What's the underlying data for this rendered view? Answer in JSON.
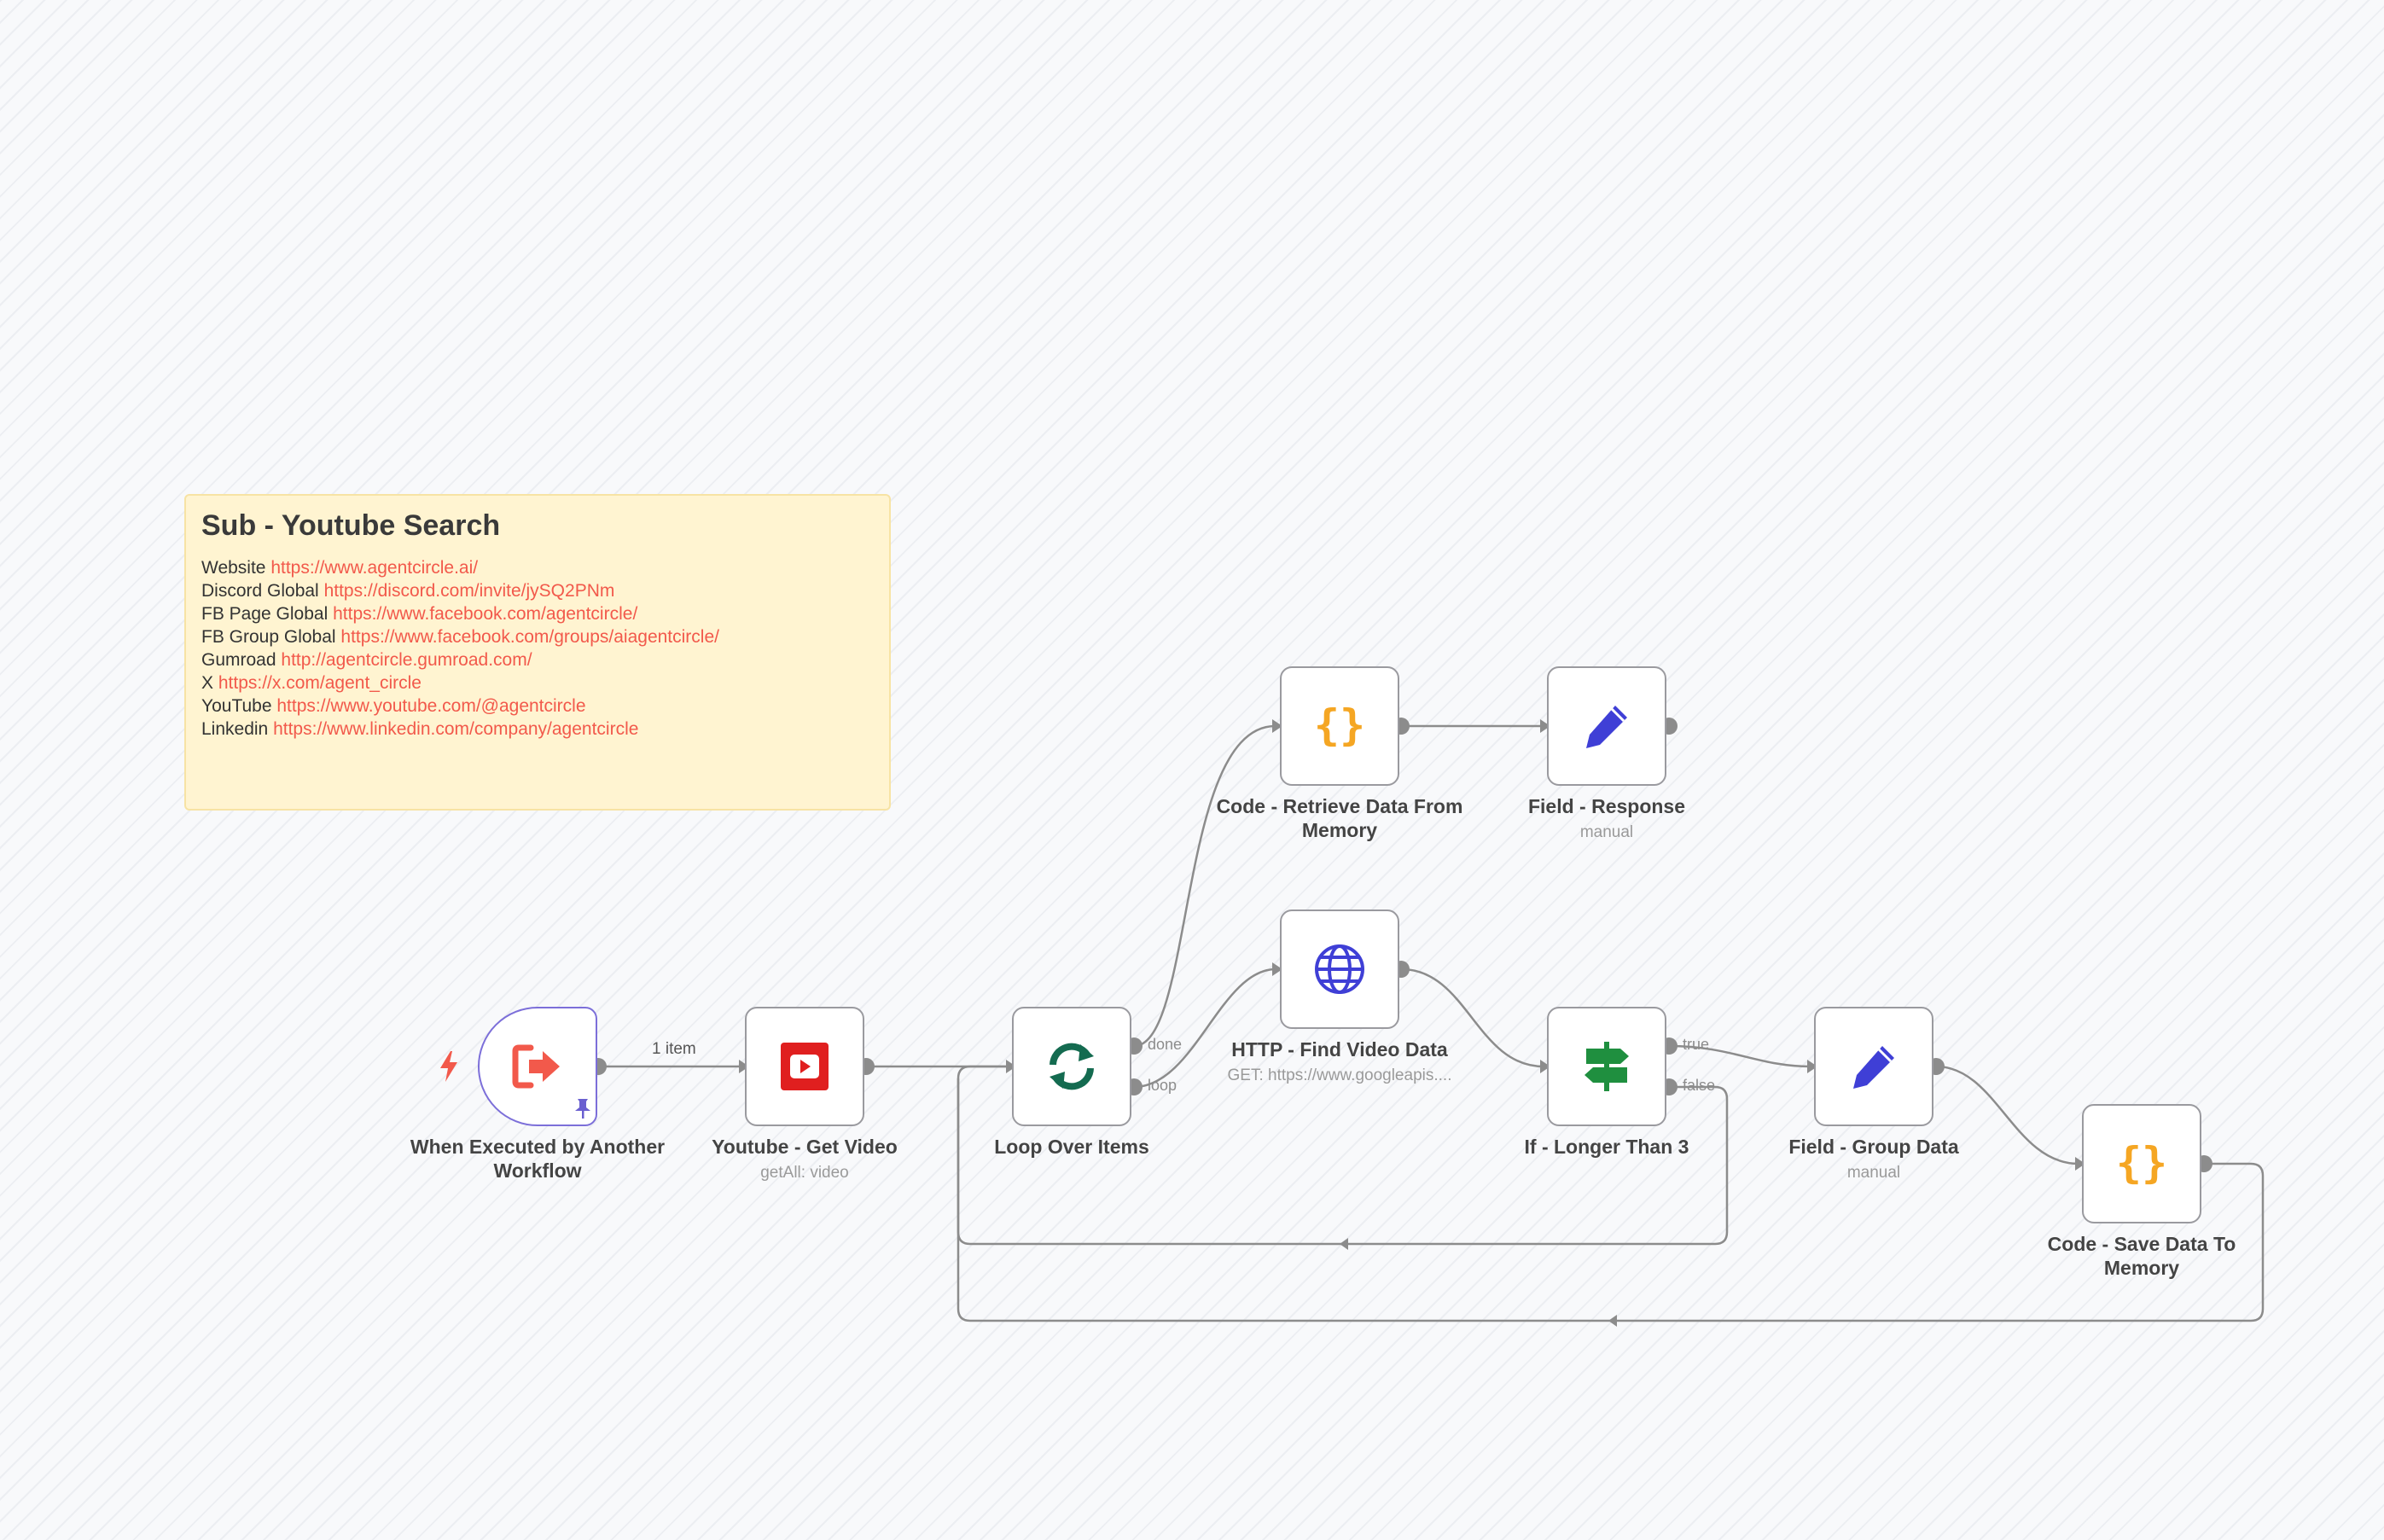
{
  "sticky": {
    "title": "Sub - Youtube Search",
    "links": [
      {
        "label": "Website",
        "url": "https://www.agentcircle.ai/"
      },
      {
        "label": "Discord Global",
        "url": "https://discord.com/invite/jySQ2PNm"
      },
      {
        "label": "FB Page Global",
        "url": "https://www.facebook.com/agentcircle/"
      },
      {
        "label": "FB Group Global",
        "url": "https://www.facebook.com/groups/aiagentcircle/"
      },
      {
        "label": "Gumroad",
        "url": "http://agentcircle.gumroad.com/"
      },
      {
        "label": "X",
        "url": "https://x.com/agent_circle"
      },
      {
        "label": "YouTube",
        "url": "https://www.youtube.com/@agentcircle"
      },
      {
        "label": "Linkedin",
        "url": "https://www.linkedin.com/company/agentcircle"
      }
    ]
  },
  "nodes": {
    "trigger": {
      "name": "When Executed by Another Workflow",
      "icon": "exit-arrow-icon"
    },
    "youtube": {
      "name": "Youtube - Get Video",
      "subtitle": "getAll: video",
      "icon": "youtube-icon"
    },
    "loop": {
      "name": "Loop Over Items",
      "icon": "refresh-icon",
      "ports": {
        "done": "done",
        "loop": "loop"
      }
    },
    "code_retrieve": {
      "name": "Code - Retrieve Data From Memory",
      "icon": "code-braces-icon"
    },
    "field_response": {
      "name": "Field - Response",
      "subtitle": "manual",
      "icon": "pencil-icon"
    },
    "http": {
      "name": "HTTP - Find Video Data",
      "subtitle": "GET: https://www.googleapis....",
      "icon": "globe-icon"
    },
    "if_longer": {
      "name": "If - Longer Than 3",
      "icon": "signpost-icon",
      "ports": {
        "true": "true",
        "false": "false"
      }
    },
    "field_group": {
      "name": "Field - Group Data",
      "subtitle": "manual",
      "icon": "pencil-icon"
    },
    "code_save": {
      "name": "Code - Save Data To Memory",
      "icon": "code-braces-icon"
    }
  },
  "edges": {
    "trigger_to_youtube_label": "1 item"
  },
  "colors": {
    "trigger_border": "#7c6fd9",
    "trigger_icon": "#f2594b",
    "youtube_red": "#e01f1f",
    "loop_green": "#146b50",
    "code_orange": "#f5a623",
    "pencil_blue": "#3f3fd6",
    "signpost_green": "#1f8f3f",
    "edge_gray": "#8a8a8a"
  }
}
